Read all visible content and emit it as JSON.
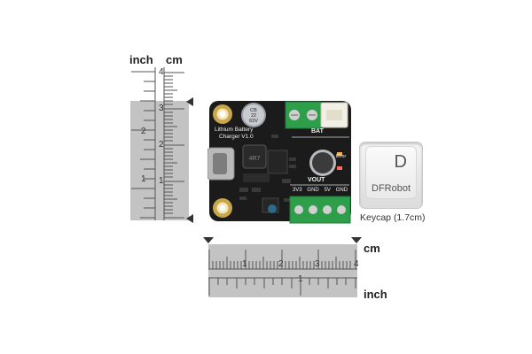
{
  "vertical_ruler": {
    "inch_label": "inch",
    "cm_label": "cm",
    "inch_ticks": [
      "1",
      "2"
    ],
    "cm_ticks": [
      "1",
      "2",
      "3",
      "4"
    ]
  },
  "horizontal_ruler": {
    "cm_label": "cm",
    "inch_label": "inch",
    "cm_ticks": [
      "1",
      "2",
      "3",
      "4"
    ],
    "inch_ticks": [
      "1"
    ]
  },
  "board": {
    "title_line1": "Lithium Battery",
    "title_line2": "Charger V1.0",
    "bat_label": "BAT",
    "vout_label": "VOUT",
    "error_label": "Error",
    "pin_labels": [
      "3V3",
      "GND",
      "5V",
      "GND"
    ],
    "cap_text": [
      "CB",
      "22",
      "63V"
    ]
  },
  "keycap": {
    "letter": "D",
    "brand": "DFRobot",
    "caption": "Keycap (1.7cm)"
  },
  "colors": {
    "ruler_gray": "#bdbdbd",
    "board_black": "#1a1a1a",
    "terminal_green": "#2e9e4b",
    "gold_pad": "#c9a64c"
  }
}
